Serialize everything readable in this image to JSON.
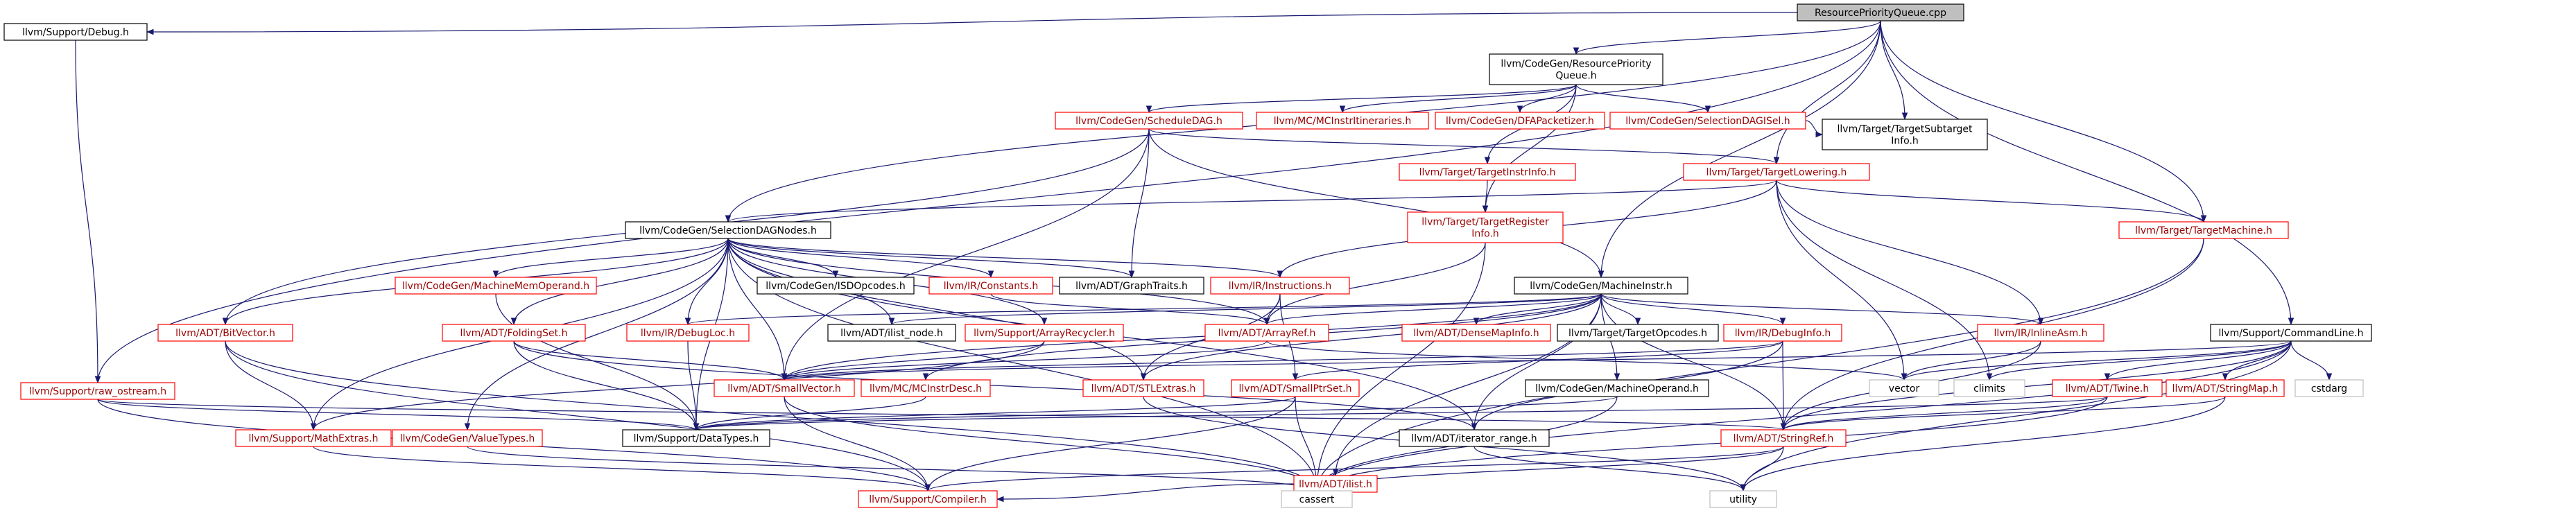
{
  "nodes": [
    {
      "id": "root",
      "lines": [
        "ResourcePriorityQueue.cpp"
      ],
      "style": "root"
    },
    {
      "id": "debug",
      "lines": [
        "llvm/Support/Debug.h"
      ],
      "style": "black"
    },
    {
      "id": "rpq",
      "lines": [
        "llvm/CodeGen/ResourcePriority",
        "Queue.h"
      ],
      "style": "black"
    },
    {
      "id": "sched",
      "lines": [
        "llvm/CodeGen/ScheduleDAG.h"
      ],
      "style": "red"
    },
    {
      "id": "mcitin",
      "lines": [
        "llvm/MC/MCInstrItineraries.h"
      ],
      "style": "red"
    },
    {
      "id": "dfa",
      "lines": [
        "llvm/CodeGen/DFAPacketizer.h"
      ],
      "style": "red"
    },
    {
      "id": "sdisel",
      "lines": [
        "llvm/CodeGen/SelectionDAGISel.h"
      ],
      "style": "red"
    },
    {
      "id": "tsub",
      "lines": [
        "llvm/Target/TargetSubtarget",
        "Info.h"
      ],
      "style": "black"
    },
    {
      "id": "tinstr",
      "lines": [
        "llvm/Target/TargetInstrInfo.h"
      ],
      "style": "red"
    },
    {
      "id": "tlow",
      "lines": [
        "llvm/Target/TargetLowering.h"
      ],
      "style": "red"
    },
    {
      "id": "treg",
      "lines": [
        "llvm/Target/TargetRegister",
        "Info.h"
      ],
      "style": "red"
    },
    {
      "id": "tmach",
      "lines": [
        "llvm/Target/TargetMachine.h"
      ],
      "style": "red"
    },
    {
      "id": "sdnodes",
      "lines": [
        "llvm/CodeGen/SelectionDAGNodes.h"
      ],
      "style": "black"
    },
    {
      "id": "minstr",
      "lines": [
        "llvm/CodeGen/MachineInstr.h"
      ],
      "style": "black"
    },
    {
      "id": "cmdline",
      "lines": [
        "llvm/Support/CommandLine.h"
      ],
      "style": "black"
    },
    {
      "id": "bitvec",
      "lines": [
        "llvm/ADT/BitVector.h"
      ],
      "style": "red"
    },
    {
      "id": "mmo",
      "lines": [
        "llvm/CodeGen/MachineMemOperand.h"
      ],
      "style": "red"
    },
    {
      "id": "fset",
      "lines": [
        "llvm/ADT/FoldingSet.h"
      ],
      "style": "red"
    },
    {
      "id": "debugloc",
      "lines": [
        "llvm/IR/DebugLoc.h"
      ],
      "style": "red"
    },
    {
      "id": "isdop",
      "lines": [
        "llvm/CodeGen/ISDOpcodes.h"
      ],
      "style": "black"
    },
    {
      "id": "ilistnode",
      "lines": [
        "llvm/ADT/ilist_node.h"
      ],
      "style": "black"
    },
    {
      "id": "constants",
      "lines": [
        "llvm/IR/Constants.h"
      ],
      "style": "red"
    },
    {
      "id": "graphtraits",
      "lines": [
        "llvm/ADT/GraphTraits.h"
      ],
      "style": "black"
    },
    {
      "id": "instructions",
      "lines": [
        "llvm/IR/Instructions.h"
      ],
      "style": "red"
    },
    {
      "id": "arecycler",
      "lines": [
        "llvm/Support/ArrayRecycler.h"
      ],
      "style": "red"
    },
    {
      "id": "arrayref",
      "lines": [
        "llvm/ADT/ArrayRef.h"
      ],
      "style": "red"
    },
    {
      "id": "densemap",
      "lines": [
        "llvm/ADT/DenseMapInfo.h"
      ],
      "style": "red"
    },
    {
      "id": "topc",
      "lines": [
        "llvm/Target/TargetOpcodes.h"
      ],
      "style": "black"
    },
    {
      "id": "dinfo",
      "lines": [
        "llvm/IR/DebugInfo.h"
      ],
      "style": "red"
    },
    {
      "id": "inlineasm",
      "lines": [
        "llvm/IR/InlineAsm.h"
      ],
      "style": "red"
    },
    {
      "id": "rawos",
      "lines": [
        "llvm/Support/raw_ostream.h"
      ],
      "style": "red"
    },
    {
      "id": "smallvec",
      "lines": [
        "llvm/ADT/SmallVector.h"
      ],
      "style": "red"
    },
    {
      "id": "mcid",
      "lines": [
        "llvm/MC/MCInstrDesc.h"
      ],
      "style": "red"
    },
    {
      "id": "stlextras",
      "lines": [
        "llvm/ADT/STLExtras.h"
      ],
      "style": "red"
    },
    {
      "id": "sptrset",
      "lines": [
        "llvm/ADT/SmallPtrSet.h"
      ],
      "style": "red"
    },
    {
      "id": "mop",
      "lines": [
        "llvm/CodeGen/MachineOperand.h"
      ],
      "style": "black"
    },
    {
      "id": "vector",
      "lines": [
        "vector"
      ],
      "style": "grey"
    },
    {
      "id": "climits",
      "lines": [
        "climits"
      ],
      "style": "grey"
    },
    {
      "id": "twine",
      "lines": [
        "llvm/ADT/Twine.h"
      ],
      "style": "red"
    },
    {
      "id": "strmap",
      "lines": [
        "llvm/ADT/StringMap.h"
      ],
      "style": "red"
    },
    {
      "id": "cstdarg",
      "lines": [
        "cstdarg"
      ],
      "style": "grey"
    },
    {
      "id": "mathextras",
      "lines": [
        "llvm/Support/MathExtras.h"
      ],
      "style": "red"
    },
    {
      "id": "valuetypes",
      "lines": [
        "llvm/CodeGen/ValueTypes.h"
      ],
      "style": "red"
    },
    {
      "id": "datatypes",
      "lines": [
        "llvm/Support/DataTypes.h"
      ],
      "style": "black"
    },
    {
      "id": "iterrange",
      "lines": [
        "llvm/ADT/iterator_range.h"
      ],
      "style": "black"
    },
    {
      "id": "stringref",
      "lines": [
        "llvm/ADT/StringRef.h"
      ],
      "style": "red"
    },
    {
      "id": "ilist",
      "lines": [
        "llvm/ADT/ilist.h"
      ],
      "style": "red"
    },
    {
      "id": "compiler",
      "lines": [
        "llvm/Support/Compiler.h"
      ],
      "style": "red"
    },
    {
      "id": "cassert",
      "lines": [
        "cassert"
      ],
      "style": "grey"
    },
    {
      "id": "utility",
      "lines": [
        "utility"
      ],
      "style": "grey"
    }
  ],
  "edges": [
    [
      "root",
      "debug"
    ],
    [
      "root",
      "rpq"
    ],
    [
      "root",
      "rawos"
    ],
    [
      "root",
      "sdnodes"
    ],
    [
      "root",
      "tlow"
    ],
    [
      "root",
      "tsub"
    ],
    [
      "root",
      "tmach"
    ],
    [
      "root",
      "minstr"
    ],
    [
      "root",
      "cmdline"
    ],
    [
      "debug",
      "rawos"
    ],
    [
      "rpq",
      "sched"
    ],
    [
      "rpq",
      "mcitin"
    ],
    [
      "rpq",
      "dfa"
    ],
    [
      "rpq",
      "sdisel"
    ],
    [
      "rpq",
      "tinstr"
    ],
    [
      "rpq",
      "treg"
    ],
    [
      "sched",
      "tlow"
    ],
    [
      "sched",
      "bitvec"
    ],
    [
      "sched",
      "graphtraits"
    ],
    [
      "sched",
      "minstr"
    ],
    [
      "sched",
      "smallvec"
    ],
    [
      "sdisel",
      "tsub"
    ],
    [
      "tinstr",
      "treg"
    ],
    [
      "tlow",
      "sdnodes"
    ],
    [
      "tlow",
      "tmach"
    ],
    [
      "tlow",
      "instructions"
    ],
    [
      "tlow",
      "inlineasm"
    ],
    [
      "tlow",
      "vector"
    ],
    [
      "tlow",
      "climits"
    ],
    [
      "treg",
      "arrayref"
    ],
    [
      "treg",
      "cassert"
    ],
    [
      "tmach",
      "stringref"
    ],
    [
      "tmach",
      "cassert"
    ],
    [
      "sdnodes",
      "bitvec"
    ],
    [
      "sdnodes",
      "mmo"
    ],
    [
      "sdnodes",
      "fset"
    ],
    [
      "sdnodes",
      "debugloc"
    ],
    [
      "sdnodes",
      "isdop"
    ],
    [
      "sdnodes",
      "ilistnode"
    ],
    [
      "sdnodes",
      "constants"
    ],
    [
      "sdnodes",
      "graphtraits"
    ],
    [
      "sdnodes",
      "instructions"
    ],
    [
      "sdnodes",
      "arecycler"
    ],
    [
      "sdnodes",
      "arrayref"
    ],
    [
      "sdnodes",
      "smallvec"
    ],
    [
      "sdnodes",
      "stlextras"
    ],
    [
      "sdnodes",
      "mathextras"
    ],
    [
      "sdnodes",
      "valuetypes"
    ],
    [
      "sdnodes",
      "datatypes"
    ],
    [
      "sdnodes",
      "iterrange"
    ],
    [
      "sdnodes",
      "cassert"
    ],
    [
      "minstr",
      "densemap"
    ],
    [
      "minstr",
      "topc"
    ],
    [
      "minstr",
      "dinfo"
    ],
    [
      "minstr",
      "inlineasm"
    ],
    [
      "minstr",
      "arrayref"
    ],
    [
      "minstr",
      "ilistnode"
    ],
    [
      "minstr",
      "debugloc"
    ],
    [
      "minstr",
      "mop"
    ],
    [
      "minstr",
      "mcid"
    ],
    [
      "minstr",
      "stlextras"
    ],
    [
      "minstr",
      "stringref"
    ],
    [
      "minstr",
      "ilist"
    ],
    [
      "minstr",
      "iterrange"
    ],
    [
      "minstr",
      "smallvec"
    ],
    [
      "cmdline",
      "twine"
    ],
    [
      "cmdline",
      "strmap"
    ],
    [
      "cmdline",
      "stringref"
    ],
    [
      "cmdline",
      "smallvec"
    ],
    [
      "cmdline",
      "vector"
    ],
    [
      "cmdline",
      "climits"
    ],
    [
      "cmdline",
      "cstdarg"
    ],
    [
      "cmdline",
      "cassert"
    ],
    [
      "cmdline",
      "utility"
    ],
    [
      "bitvec",
      "mathextras"
    ],
    [
      "bitvec",
      "compiler"
    ],
    [
      "bitvec",
      "cassert"
    ],
    [
      "mmo",
      "datatypes"
    ],
    [
      "fset",
      "smallvec"
    ],
    [
      "fset",
      "datatypes"
    ],
    [
      "fset",
      "iterrange"
    ],
    [
      "debugloc",
      "datatypes"
    ],
    [
      "constants",
      "arrayref"
    ],
    [
      "instructions",
      "arrayref"
    ],
    [
      "instructions",
      "stlextras"
    ],
    [
      "instructions",
      "sptrset"
    ],
    [
      "arecycler",
      "mathextras"
    ],
    [
      "arecycler",
      "smallvec"
    ],
    [
      "arrayref",
      "smallvec"
    ],
    [
      "arrayref",
      "vector"
    ],
    [
      "dinfo",
      "smallvec"
    ],
    [
      "dinfo",
      "sptrset"
    ],
    [
      "dinfo",
      "stringref"
    ],
    [
      "dinfo",
      "iterrange"
    ],
    [
      "inlineasm",
      "stringref"
    ],
    [
      "inlineasm",
      "vector"
    ],
    [
      "rawos",
      "compiler"
    ],
    [
      "rawos",
      "datatypes"
    ],
    [
      "rawos",
      "stringref"
    ],
    [
      "smallvec",
      "compiler"
    ],
    [
      "smallvec",
      "cassert"
    ],
    [
      "mcid",
      "datatypes"
    ],
    [
      "stlextras",
      "utility"
    ],
    [
      "sptrset",
      "compiler"
    ],
    [
      "sptrset",
      "cassert"
    ],
    [
      "sptrset",
      "datatypes"
    ],
    [
      "mop",
      "datatypes"
    ],
    [
      "mop",
      "cassert"
    ],
    [
      "twine",
      "stringref"
    ],
    [
      "twine",
      "datatypes"
    ],
    [
      "twine",
      "cassert"
    ],
    [
      "strmap",
      "stringref"
    ],
    [
      "strmap",
      "utility"
    ],
    [
      "mathextras",
      "compiler"
    ],
    [
      "valuetypes",
      "cassert"
    ],
    [
      "iterrange",
      "utility"
    ],
    [
      "stringref",
      "compiler"
    ],
    [
      "stringref",
      "cassert"
    ],
    [
      "stringref",
      "utility"
    ],
    [
      "ilist",
      "compiler"
    ],
    [
      "ilist",
      "cassert"
    ]
  ],
  "colors": {
    "edge": "#191970",
    "red_border": "#ff0000",
    "black_border": "#000000",
    "grey_border": "#bfbfbf",
    "root_fill": "#bfbfbf"
  }
}
